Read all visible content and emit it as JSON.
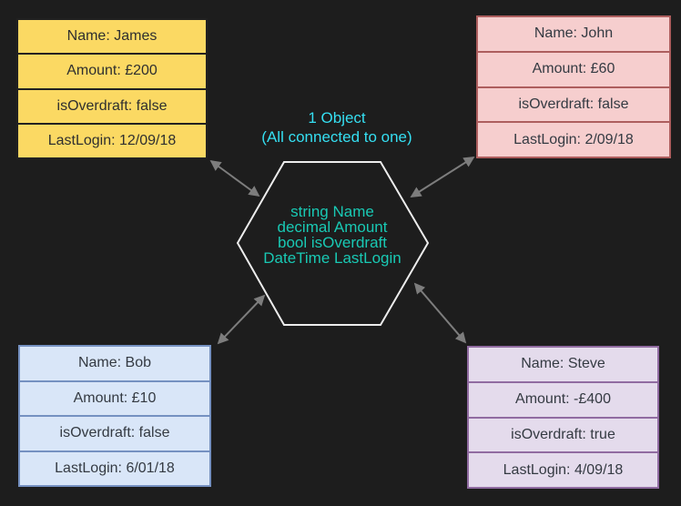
{
  "background": "#1d1d1d",
  "center": {
    "title_line1": "1 Object",
    "title_line2": "(All connected to one)",
    "title_color": "#35dff2",
    "fields": [
      "string Name",
      "decimal Amount",
      "bool isOverdraft",
      "DateTime LastLogin"
    ],
    "fields_color": "#19c9b4",
    "hexagon_stroke": "#ededed"
  },
  "arrow_color": "#7d7d7d",
  "records": [
    {
      "id": "james",
      "position": "top-left",
      "fill": "#fbd963",
      "border": "#212121",
      "text_color": "#2f2f2f",
      "rows": [
        "Name: James",
        "Amount: £200",
        "isOverdraft: false",
        "LastLogin: 12/09/18"
      ]
    },
    {
      "id": "john",
      "position": "top-right",
      "fill": "#f6cece",
      "border": "#ad5e5e",
      "text_color": "#343a42",
      "rows": [
        "Name: John",
        "Amount: £60",
        "isOverdraft: false",
        "LastLogin: 2/09/18"
      ]
    },
    {
      "id": "bob",
      "position": "bottom-left",
      "fill": "#d9e6f8",
      "border": "#7591c1",
      "text_color": "#343a42",
      "rows": [
        "Name: Bob",
        "Amount: £10",
        "isOverdraft: false",
        "LastLogin: 6/01/18"
      ]
    },
    {
      "id": "steve",
      "position": "bottom-right",
      "fill": "#e4dbec",
      "border": "#906ba1",
      "text_color": "#343a42",
      "rows": [
        "Name: Steve",
        "Amount: -£400",
        "isOverdraft: true",
        "LastLogin: 4/09/18"
      ]
    }
  ]
}
